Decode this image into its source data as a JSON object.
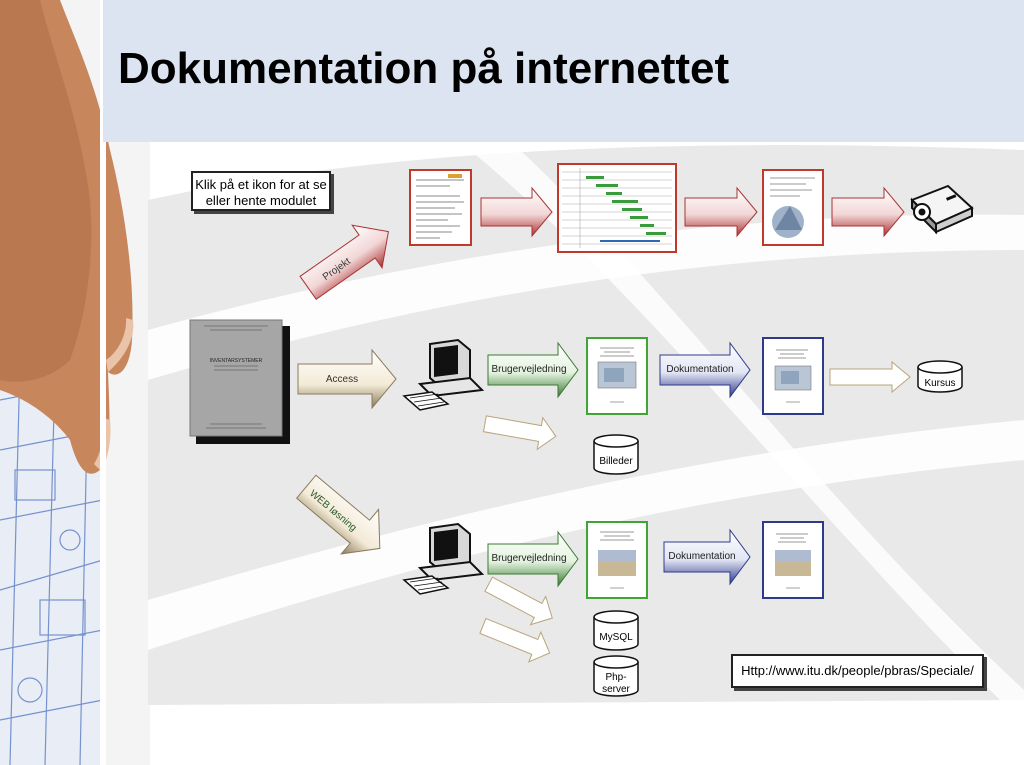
{
  "slide": {
    "title": "Dokumentation på internettet",
    "instruction": "Klik på et ikon for at se eller hente modulet",
    "url": "Http://www.itu.dk/people/pbras/Speciale/"
  },
  "arrows": {
    "projekt": "Projekt",
    "access": "Access",
    "web": "WEB løsning",
    "brugervejledning_1": "Brugervejledning",
    "dokumentation_1": "Dokumentation",
    "brugervejledning_2": "Brugervejledning",
    "dokumentation_2": "Dokumentation"
  },
  "databases": {
    "kursus": "Kursus",
    "billeder": "Billeder",
    "mysql": "MySQL",
    "php_line1": "Php-",
    "php_line2": "server"
  },
  "documents": {
    "report_title": "INVENTARSYSTEMER"
  },
  "colors": {
    "title_band": "#dde4f1",
    "project_row": "#c0392b",
    "guide": "#3fa535",
    "doc": "#2e3a8c"
  }
}
